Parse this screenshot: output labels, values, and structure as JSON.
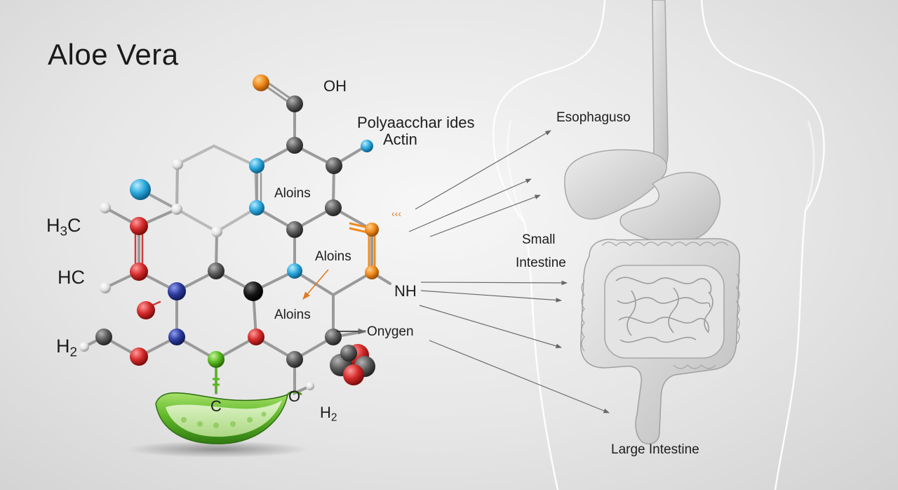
{
  "title": "Aloe Vera",
  "molecule": {
    "oh": "OH",
    "polysaccharides": "Polyaacchar ides",
    "actin": "Actin",
    "aloins_1": "Aloins",
    "aloins_2": "Aloins",
    "aloins_3": "Aloins",
    "mark": "‹‹‹",
    "nh": "NH",
    "onygen": "Onygen",
    "h3c_main": "H",
    "h3c_sub": "3",
    "h3c_tail": "C",
    "hc": "HC",
    "h2_left_main": "H",
    "h2_left_sub": "2",
    "c_label": "C",
    "o_label": "O",
    "h2_bottom_main": "H",
    "h2_bottom_sub": "2"
  },
  "anatomy": {
    "esophagus": "Esophaguso",
    "small_intestine_1": "Small",
    "small_intestine_2": "Intestine",
    "large_intestine": "Large Intestine"
  },
  "colors": {
    "atom_orange": "#ef8a1c",
    "atom_blue": "#2aa7dc",
    "atom_red": "#d42a2a",
    "atom_navy": "#2c3b9c",
    "atom_gray": "#5a5a5a",
    "atom_white": "#e8e8e8",
    "atom_green": "#58b81e",
    "leaf_green": "#62b82a"
  }
}
